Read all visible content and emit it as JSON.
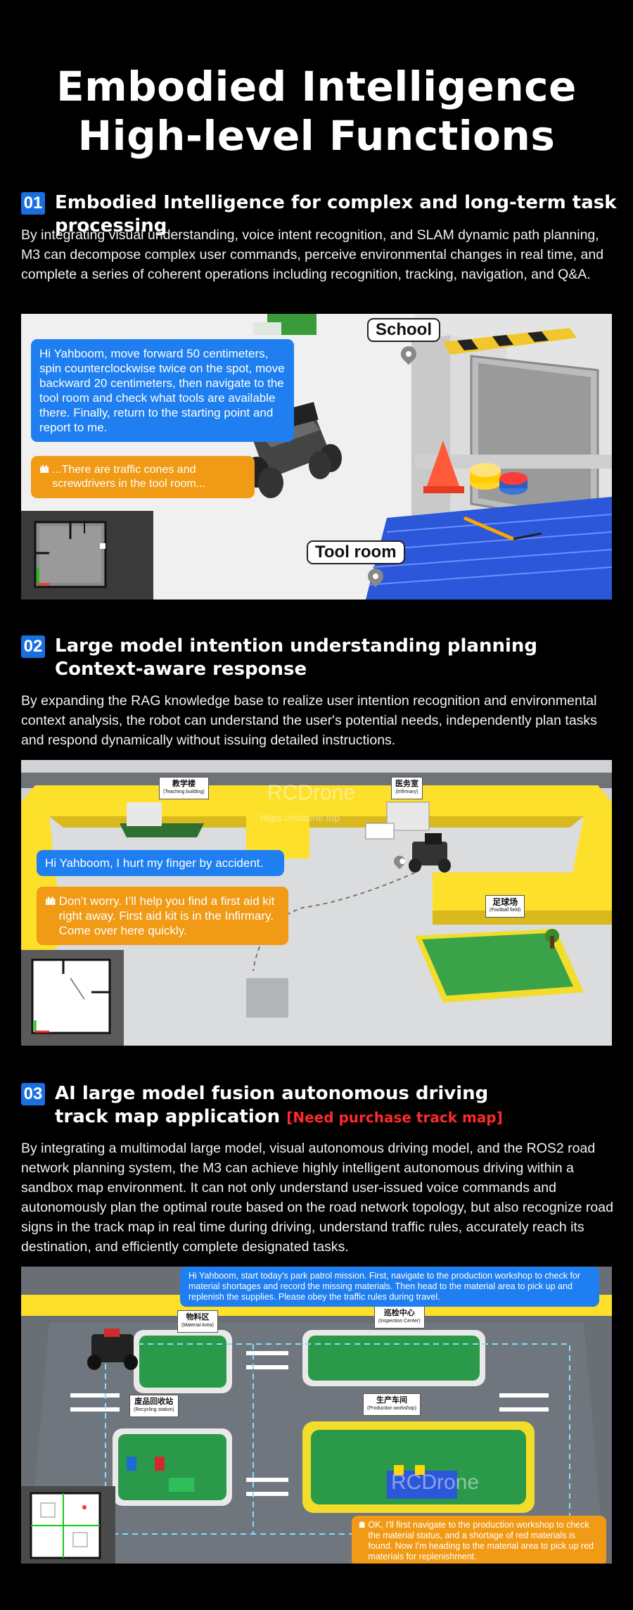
{
  "page": {
    "title_line1": "Embodied Intelligence",
    "title_line2": "High-level Functions"
  },
  "section1": {
    "number": "01",
    "title": "Embodied Intelligence for complex and long-term task processing",
    "description": "By integrating visual understanding, voice intent recognition, and SLAM dynamic path planning, M3 can decompose complex user commands, perceive environmental changes in real time, and complete a series of coherent operations including recognition, tracking, navigation, and Q&A.",
    "user_bubble": "Hi Yahboom, move forward 50 centimeters, spin counterclockwise twice on the spot, move backward 20 centimeters, then navigate to the tool room and check what tools are available there. Finally, return to the starting point and report to me.",
    "robot_bubble": "...There are traffic cones and screwdrivers in the tool room...",
    "label_school": "School",
    "label_tool_room": "Tool room"
  },
  "section2": {
    "number": "02",
    "title_line1": "Large model intention understanding planning",
    "title_line2": "Context-aware response",
    "description": "By expanding the RAG knowledge base to realize user intention recognition and environmental context analysis, the robot can understand the user's potential needs, independently plan tasks and respond dynamically without issuing detailed instructions.",
    "user_bubble": "Hi Yahboom, I hurt my finger by accident.",
    "robot_bubble": "Don’t worry. I’ll help you find a first aid kit right away. First aid kit is in the Infirmary. Come over here quickly.",
    "sign_teaching": "教学楼",
    "sign_teaching_en": "(Teaching building)",
    "sign_infirmary": "医务室",
    "sign_infirmary_en": "(Infirmary)",
    "sign_football": "足球场",
    "sign_football_en": "(Football field)",
    "watermark": "RCDrone",
    "watermark_url": "https://rcdrone.top"
  },
  "section3": {
    "number": "03",
    "title_line1": "AI large model fusion autonomous driving",
    "title_line2": "track map application",
    "title_note": "[Need purchase track map]",
    "description": "By integrating a multimodal large model, visual autonomous driving model, and the ROS2 road network planning system, the M3 can achieve highly intelligent autonomous driving within a sandbox map environment. It can not only understand user-issued voice commands and autonomously plan the optimal route based on the road network topology, but also recognize road signs in the track map in real time during driving, understand traffic rules, accurately reach its destination, and efficiently complete designated tasks.",
    "user_bubble": "Hi Yahboom, start today's park patrol mission. First, navigate to the production workshop to check for material shortages and record the missing materials. Then head to the material area to pick up and replenish the supplies. Please obey the traffic rules during travel.",
    "robot_bubble": "OK, I'll first navigate to the production workshop to check the material status, and a shortage of red materials is found. Now I'm heading to the material area to pick up red materials for replenishment.",
    "sign_material": "物料区",
    "sign_material_en": "(Material Area)",
    "sign_inspection": "巡检中心",
    "sign_inspection_en": "(Inspection Center)",
    "sign_recycling": "废品回收站",
    "sign_recycling_en": "(Recycling station)",
    "sign_production": "生产车间",
    "sign_production_en": "(Production workshop)",
    "watermark": "RCDrone"
  },
  "colors": {
    "badge_blue": "#1a6fe0",
    "bubble_blue": "#1f7ff0",
    "bubble_orange": "#f09a16",
    "note_red": "#ff2a2a"
  }
}
